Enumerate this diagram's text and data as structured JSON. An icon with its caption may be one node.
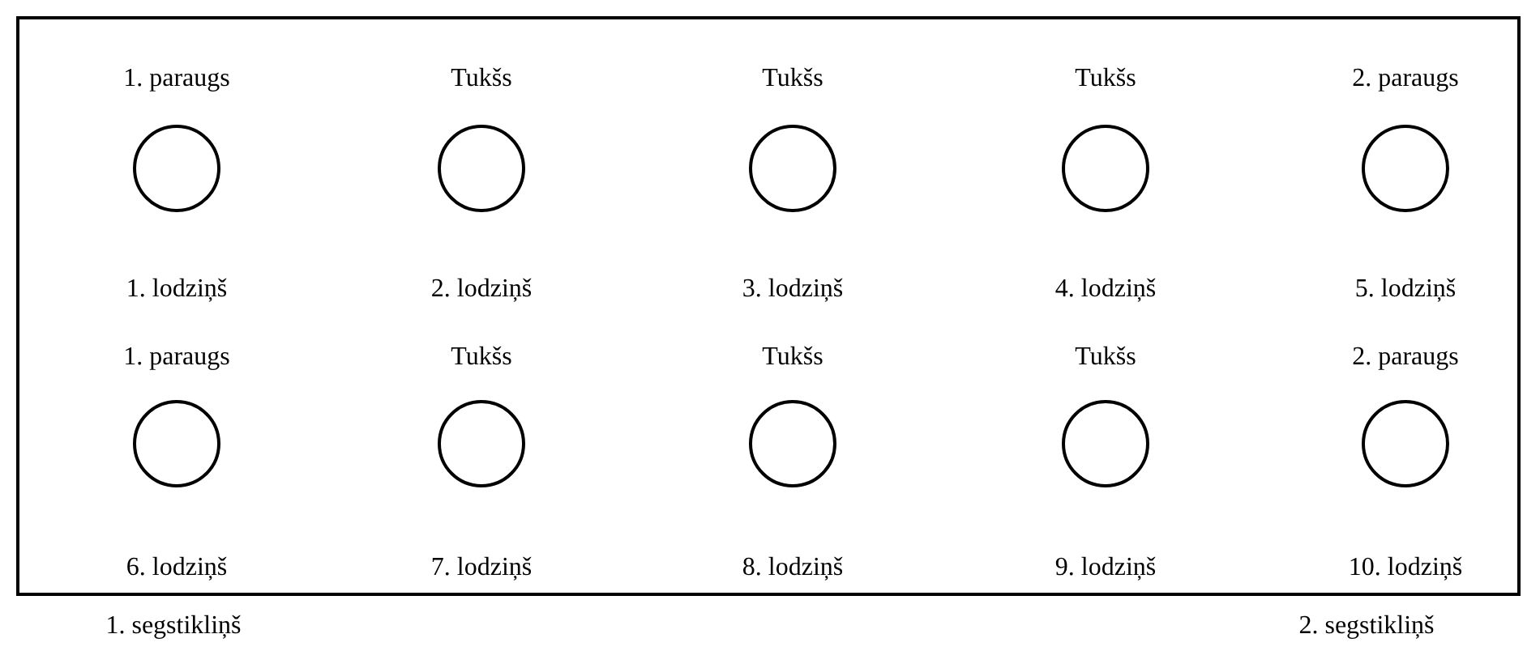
{
  "diagram": {
    "nodes": [
      {
        "text": [],
        "shape": "circle",
        "beside": [
          "1. paraugs",
          "1. lodziņš"
        ]
      },
      {
        "text": [],
        "shape": "circle",
        "beside": [
          "Tukšs",
          "2. lodziņš"
        ]
      },
      {
        "text": [],
        "shape": "circle",
        "beside": [
          "Tukšs",
          "3. lodziņš"
        ]
      },
      {
        "text": [],
        "shape": "circle",
        "beside": [
          "Tukšs",
          "4. lodziņš"
        ]
      },
      {
        "text": [],
        "shape": "circle",
        "beside": [
          "2. paraugs",
          "5. lodziņš"
        ]
      },
      {
        "text": [],
        "shape": "circle",
        "beside": [
          "1. paraugs",
          "6. lodziņš"
        ]
      },
      {
        "text": [],
        "shape": "circle",
        "beside": [
          "Tukšs",
          "7. lodziņš"
        ]
      },
      {
        "text": [],
        "shape": "circle",
        "beside": [
          "Tukšs",
          "8. lodziņš"
        ]
      },
      {
        "text": [],
        "shape": "circle",
        "beside": [
          "Tukšs",
          "9. lodziņš"
        ]
      },
      {
        "text": [],
        "shape": "circle",
        "beside": [
          "2. paraugs",
          "10. lodziņš"
        ]
      }
    ],
    "labels": [
      "1. segstikliņš",
      "2. segstikliņš"
    ]
  }
}
